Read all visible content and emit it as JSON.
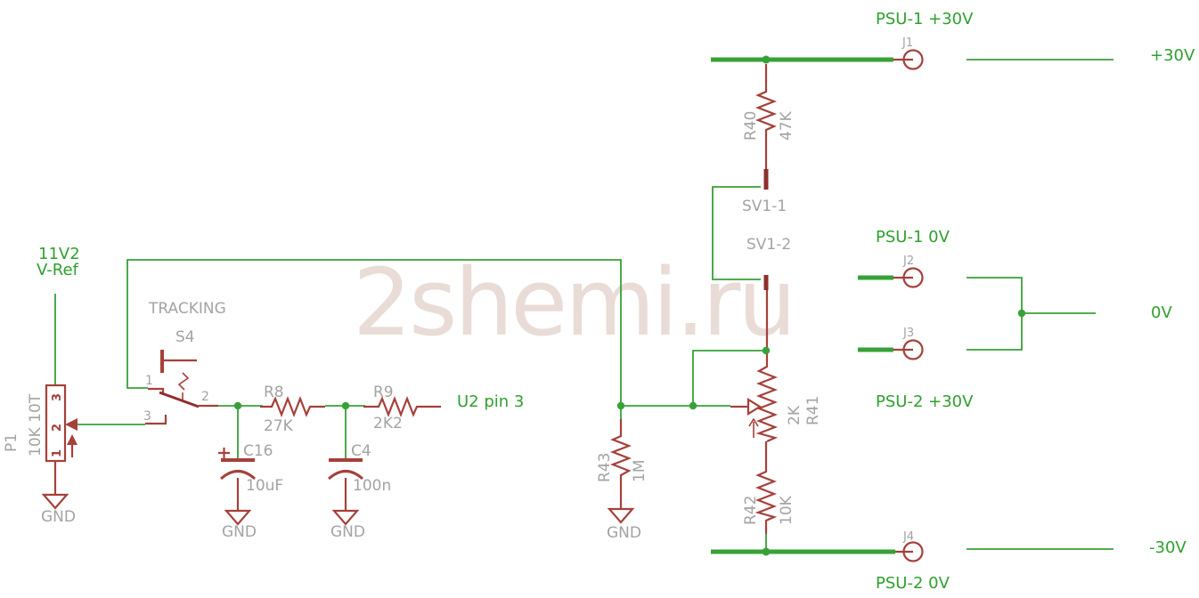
{
  "watermark": "2shemi.ru",
  "colors": {
    "background": "#ffffff",
    "wire_green": "#37a137",
    "net_text_green": "#2fa02f",
    "component_red": "#a5403a",
    "pin_bar_dark_red": "#8e2f2b",
    "label_gray": "#a3a3a3",
    "watermark_pink": "#e9dcd7"
  },
  "nets": {
    "vref1": "11V2",
    "vref2": "V-Ref",
    "u2pin3": "U2 pin 3",
    "psu1_plus": "PSU-1 +30V",
    "psu1_zero": "PSU-1 0V",
    "psu2_plus": "PSU-2 +30V",
    "psu2_zero": "PSU-2 0V",
    "rail_plus30": "+30V",
    "rail_zero": "0V",
    "rail_minus30": "-30V",
    "gnd": "GND"
  },
  "components": {
    "P1": {
      "name": "P1",
      "value": "10K 10T",
      "pins": [
        "1",
        "2",
        "3"
      ]
    },
    "S4": {
      "name": "S4",
      "label": "TRACKING",
      "pins": [
        "1",
        "2",
        "3"
      ]
    },
    "R8": {
      "name": "R8",
      "value": "27K"
    },
    "R9": {
      "name": "R9",
      "value": "2K2"
    },
    "R40": {
      "name": "R40",
      "value": "47K"
    },
    "R41": {
      "name": "R41",
      "value": "2K"
    },
    "R42": {
      "name": "R42",
      "value": "10K"
    },
    "R43": {
      "name": "R43",
      "value": "1M"
    },
    "C16": {
      "name": "C16",
      "value": "10uF",
      "polarity": "+"
    },
    "C4": {
      "name": "C4",
      "value": "100n"
    },
    "J1": {
      "name": "J1"
    },
    "J2": {
      "name": "J2"
    },
    "J3": {
      "name": "J3"
    },
    "J4": {
      "name": "J4"
    },
    "SV1": {
      "pin1": "SV1-1",
      "pin2": "SV1-2"
    }
  }
}
